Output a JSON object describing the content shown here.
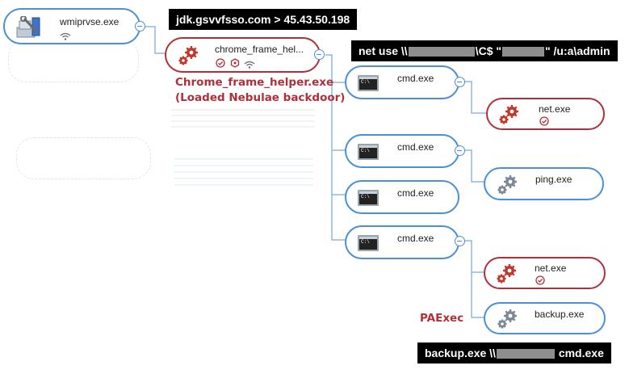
{
  "banners": {
    "dns": "jdk.gsvvfsso.com > 45.43.50.198",
    "net_use_prefix": "net use \\\\",
    "net_use_share": "\\C$ \"",
    "net_use_suffix": "\" /u:a\\admin",
    "backup_prefix": "backup.exe \\\\",
    "backup_suffix": " cmd.exe"
  },
  "nodes": {
    "wmiprvse": "wmiprvse.exe",
    "chrome_helper": "chrome_frame_hel...",
    "cmd1": "cmd.exe",
    "cmd2": "cmd.exe",
    "cmd3": "cmd.exe",
    "cmd4": "cmd.exe",
    "net1": "net.exe",
    "ping": "ping.exe",
    "net2": "net.exe",
    "backup": "backup.exe"
  },
  "annotations": {
    "chrome_line1": "Chrome_frame_helper.exe",
    "chrome_line2": "(Loaded Nebulae backdoor)",
    "paexec": "PAExec"
  },
  "colors": {
    "blue": "#4a90d9",
    "red": "#b0303a",
    "black": "#000000"
  },
  "icons": {
    "wmiprvse": "computer-wrench-icon",
    "process": "gear-icon",
    "cmd": "cmd-console-icon",
    "badges": [
      "check-circle-icon",
      "hexagon-icon",
      "wifi-icon"
    ]
  }
}
